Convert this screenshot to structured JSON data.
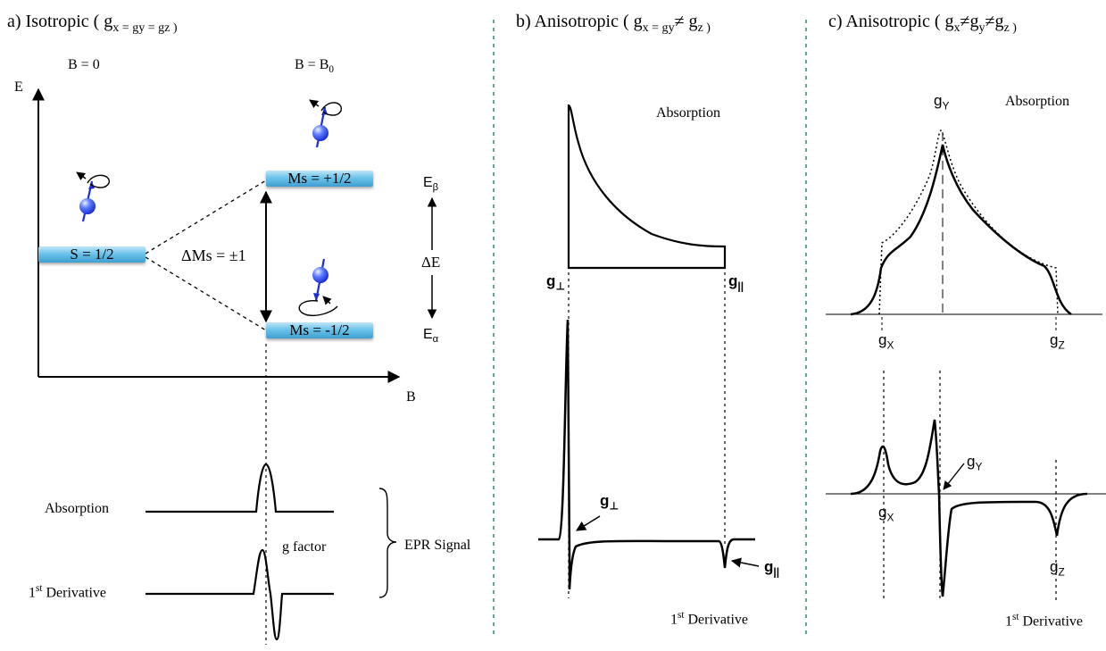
{
  "panel_a": {
    "title_prefix": "a) Isotropic  ( g",
    "title_eq": "x = g",
    "title_eq2": "y = g",
    "title_end": "z )",
    "b_zero": "B = 0",
    "b_b0": "B = B",
    "b_b0_sub": "0",
    "e_axis": "E",
    "b_axis": "B",
    "level_s": "S = 1/2",
    "level_up": "Ms = +1/2",
    "level_down": "Ms = -1/2",
    "delta_ms": "ΔMs = ±1",
    "e_beta": "E",
    "e_beta_sub": "β",
    "delta_e": "ΔE",
    "e_alpha": "E",
    "e_alpha_sub": "α",
    "absorption": "Absorption",
    "first": "1",
    "first_sup": "st",
    "derivative": " Derivative",
    "g_factor": "g factor",
    "epr_signal": "EPR Signal"
  },
  "panel_b": {
    "title_prefix": "b) Anisotropic  ( g",
    "title_x": "x = g",
    "title_y": "y",
    "title_neq": "≠",
    "title_z": "g",
    "title_zsub": "z )",
    "absorption": "Absorption",
    "g_perp": "g",
    "g_perp_sub": "⊥",
    "g_par": "g",
    "g_par_sub": "||",
    "g_perp2": "g",
    "g_perp2_sub": "⊥",
    "g_par2": "g",
    "g_par2_sub": "||",
    "first": "1",
    "first_sup": "st",
    "derivative": " Derivative"
  },
  "panel_c": {
    "title_prefix": "c) Anisotropic  ( g",
    "title_x": "x",
    "title_neq1": "≠",
    "title_g2": "g",
    "title_y": "y",
    "title_neq2": "≠",
    "title_g3": "g",
    "title_z": "z )",
    "absorption": "Absorption",
    "gy": "g",
    "gy_sub": "Y",
    "gx": "g",
    "gx_sub": "X",
    "gz": "g",
    "gz_sub": "Z",
    "gy2": "g",
    "gy2_sub": "Y",
    "gx2": "g",
    "gx2_sub": "X",
    "gz2": "g",
    "gz2_sub": "Z",
    "first": "1",
    "first_sup": "st",
    "derivative": " Derivative"
  },
  "colors": {
    "divider": "#2e8b6e",
    "spin": "#1a2fd6",
    "level": "#5ab4e0"
  }
}
